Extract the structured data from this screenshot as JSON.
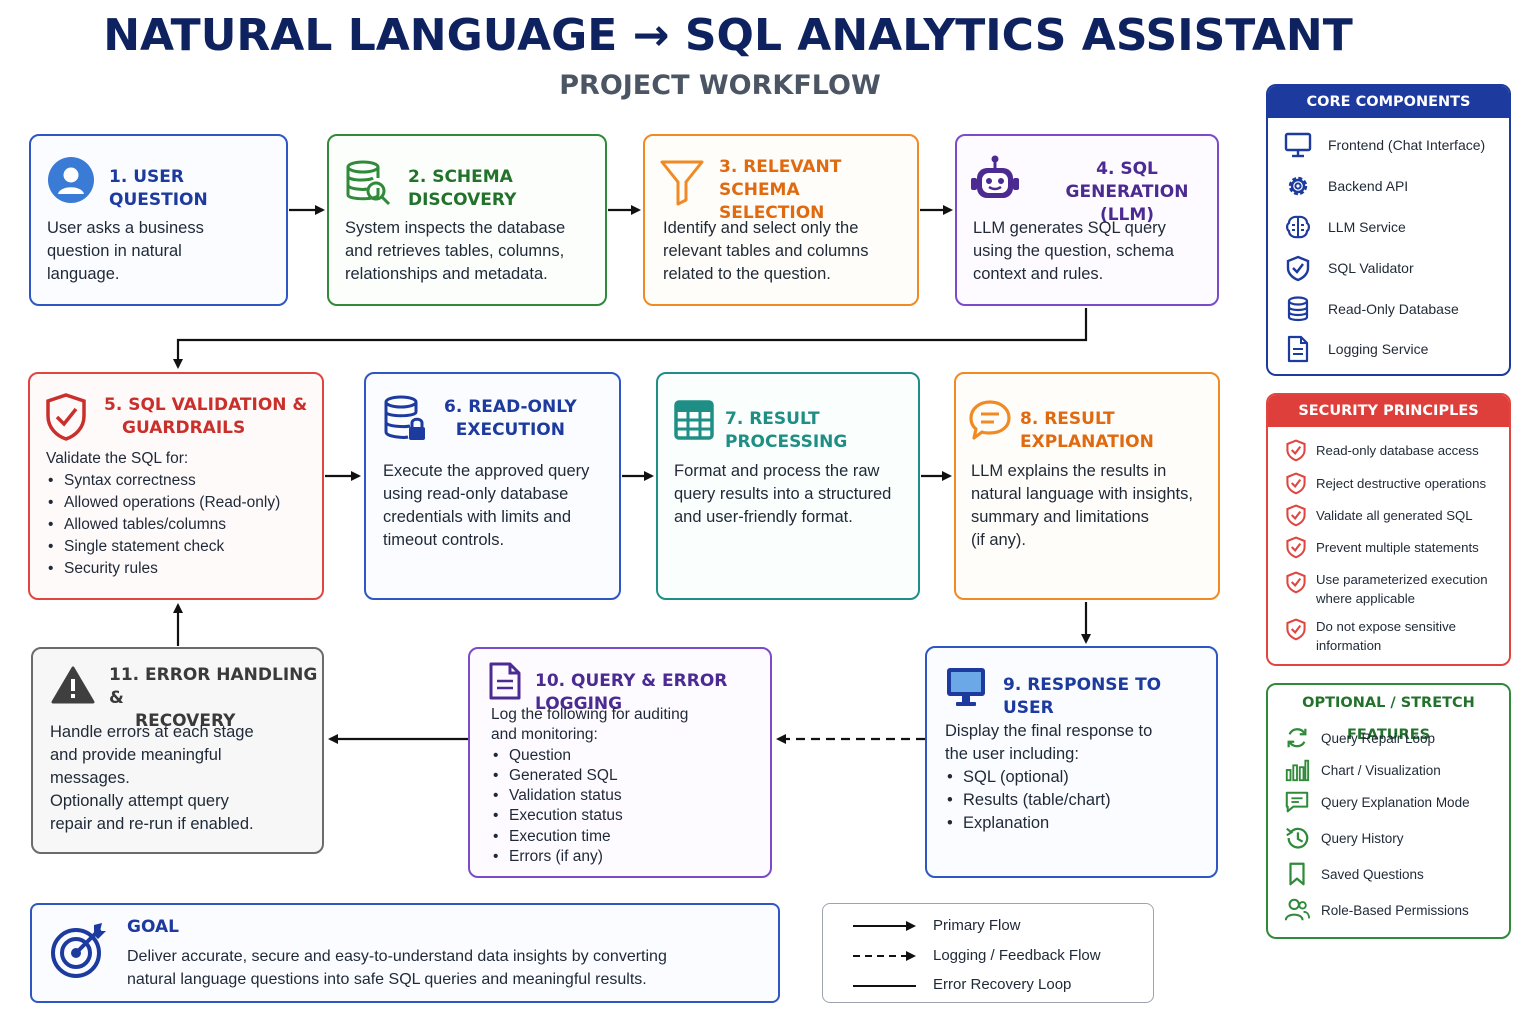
{
  "header": {
    "title": "NATURAL LANGUAGE → SQL ANALYTICS ASSISTANT",
    "subtitle": "PROJECT WORKFLOW"
  },
  "steps": {
    "s1": {
      "title": [
        "1. USER QUESTION"
      ],
      "text": [
        "User asks a business",
        "question in natural",
        "language."
      ]
    },
    "s2": {
      "title": [
        "2. SCHEMA DISCOVERY"
      ],
      "text": [
        "System inspects the database",
        "and retrieves tables, columns,",
        "relationships and metadata."
      ]
    },
    "s3": {
      "title": [
        "3. RELEVANT SCHEMA",
        "SELECTION"
      ],
      "text": [
        "Identify and select only the",
        "relevant tables and columns",
        "related to the question."
      ]
    },
    "s4": {
      "title": [
        "4. SQL GENERATION",
        "(LLM)"
      ],
      "text": [
        "LLM generates SQL query",
        "using the question, schema",
        "context and rules."
      ]
    },
    "s5": {
      "title": [
        "5. SQL VALIDATION &",
        "GUARDRAILS"
      ],
      "intro": "Validate the SQL for:",
      "bullets": [
        "Syntax correctness",
        "Allowed operations (Read-only)",
        "Allowed tables/columns",
        "Single statement check",
        "Security rules"
      ]
    },
    "s6": {
      "title": [
        "6. READ-ONLY",
        "EXECUTION"
      ],
      "text": [
        "Execute the approved query",
        "using read-only database",
        "credentials with limits and",
        "timeout controls."
      ]
    },
    "s7": {
      "title": [
        "7. RESULT PROCESSING"
      ],
      "text": [
        "Format and process the raw",
        "query results into a structured",
        "and user-friendly format."
      ]
    },
    "s8": {
      "title": [
        "8. RESULT EXPLANATION"
      ],
      "text": [
        "LLM explains the results in",
        "natural language with insights,",
        "summary and limitations",
        "(if any)."
      ]
    },
    "s9": {
      "title": [
        "9. RESPONSE TO USER"
      ],
      "intro": [
        "Display the final response to",
        "the user including:"
      ],
      "bullets": [
        "SQL (optional)",
        "Results (table/chart)",
        "Explanation"
      ]
    },
    "s10": {
      "title": [
        "10. QUERY & ERROR LOGGING"
      ],
      "intro": [
        "Log the following for auditing",
        "and monitoring:"
      ],
      "bullets": [
        "Question",
        "Generated SQL",
        "Validation status",
        "Execution status",
        "Execution time",
        "Errors (if any)"
      ]
    },
    "s11": {
      "title": [
        "11. ERROR HANDLING &",
        "RECOVERY"
      ],
      "text": [
        "Handle errors at each stage",
        "and provide meaningful",
        "messages.",
        "Optionally attempt query",
        "repair and re-run if enabled."
      ]
    }
  },
  "core_components": {
    "heading": "CORE COMPONENTS",
    "items": [
      {
        "label": "Frontend (Chat Interface)",
        "icon": "monitor-icon"
      },
      {
        "label": "Backend API",
        "icon": "gear-icon"
      },
      {
        "label": "LLM Service",
        "icon": "brain-icon"
      },
      {
        "label": "SQL Validator",
        "icon": "shield-check-icon"
      },
      {
        "label": "Read-Only Database",
        "icon": "database-icon"
      },
      {
        "label": "Logging Service",
        "icon": "document-icon"
      }
    ]
  },
  "security": {
    "heading": "SECURITY PRINCIPLES",
    "items": [
      [
        "Read-only database access"
      ],
      [
        "Reject destructive operations"
      ],
      [
        "Validate all generated SQL"
      ],
      [
        "Prevent multiple statements"
      ],
      [
        "Use parameterized execution",
        "where applicable"
      ],
      [
        "Do not expose sensitive",
        "information"
      ]
    ]
  },
  "optional": {
    "heading": "OPTIONAL / STRETCH FEATURES",
    "items": [
      {
        "label": "Query Repair Loop",
        "icon": "refresh-icon"
      },
      {
        "label": "Chart / Visualization",
        "icon": "bar-chart-icon"
      },
      {
        "label": "Query Explanation Mode",
        "icon": "message-icon"
      },
      {
        "label": "Query History",
        "icon": "history-icon"
      },
      {
        "label": "Saved Questions",
        "icon": "bookmark-icon"
      },
      {
        "label": "Role-Based Permissions",
        "icon": "users-icon"
      }
    ]
  },
  "goal": {
    "title": "GOAL",
    "text": [
      "Deliver accurate, secure and easy-to-understand data insights by converting",
      "natural language questions into safe SQL queries and meaningful results."
    ]
  },
  "legend": {
    "primary": "Primary Flow",
    "logging": "Logging / Feedback Flow",
    "recovery": "Error Recovery Loop"
  },
  "colors": {
    "navy": "#0f2260",
    "blue": "#2e57c4",
    "green": "#2f8a3a",
    "orange": "#f08a24",
    "purple": "#7b4bc9",
    "red": "#e0453f",
    "teal": "#1f8f86",
    "gray": "#6b6b6b"
  }
}
